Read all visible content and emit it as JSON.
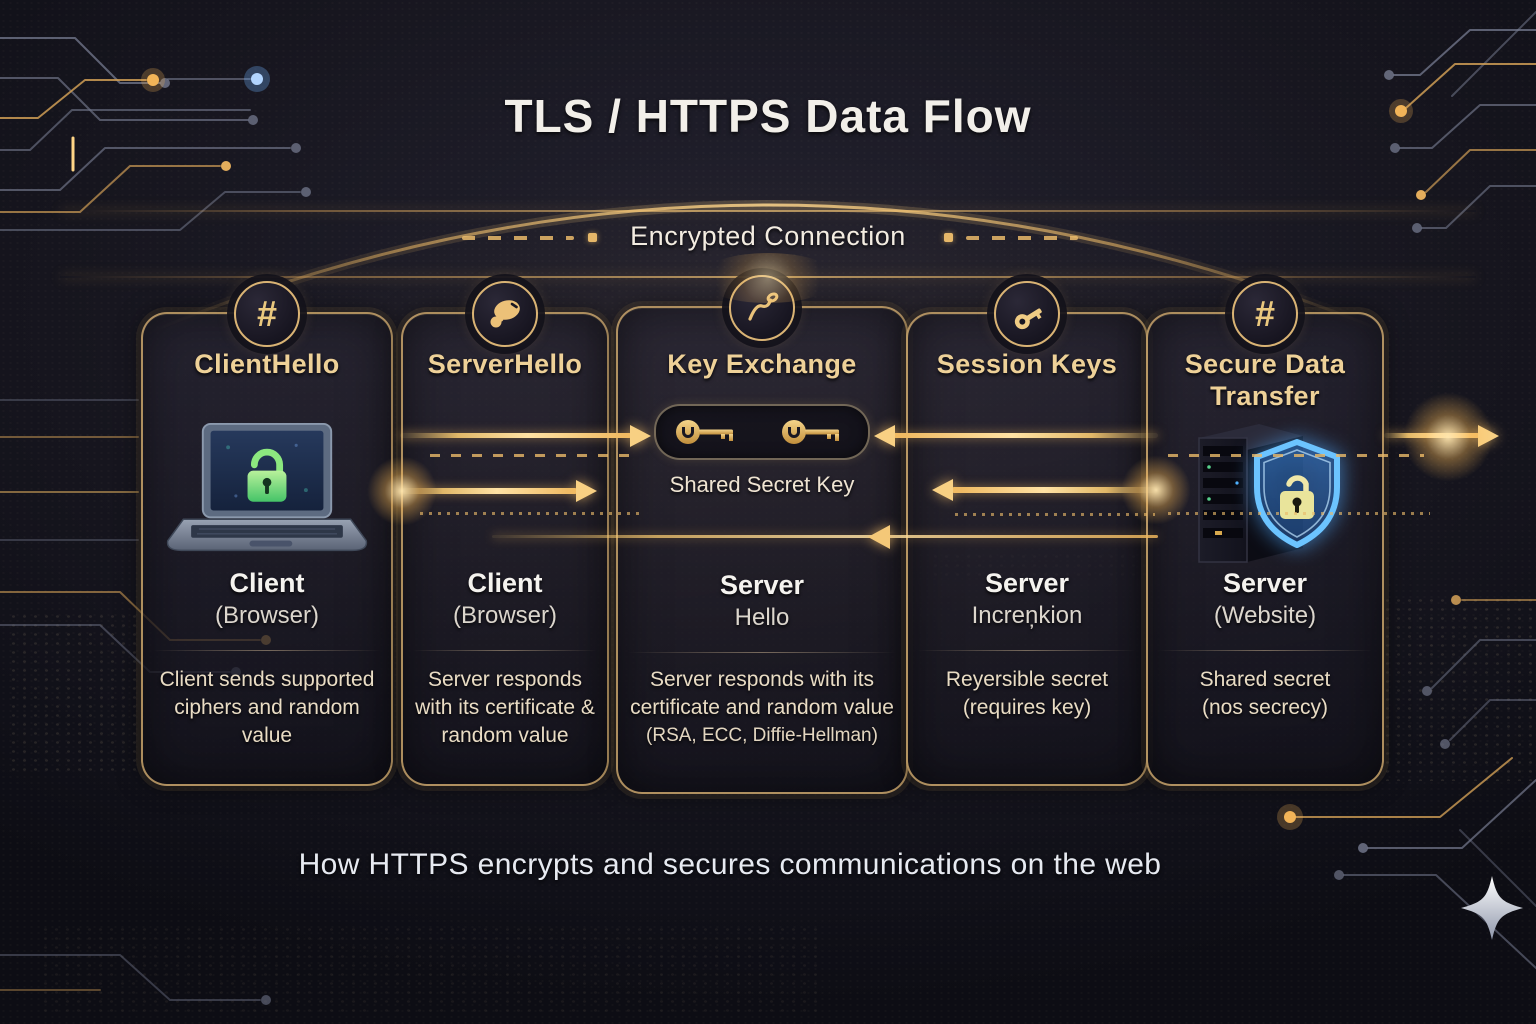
{
  "title": "TLS / HTTPS Data Flow",
  "connection_label": "Encrypted Connection",
  "caption": "How HTTPS encrypts and secures communications on the web",
  "colors": {
    "background": "#17161f",
    "gold_accent": "#e8bf76",
    "gold_title_text": "#eed198",
    "cream_text": "#e9dcc4",
    "white_text": "#f5f3ef",
    "card_border": "#d0aa6d",
    "shield_blue": "#55b4ff",
    "lock_green": "#86e27d",
    "lock_yellow": "#ece9a0"
  },
  "cards": [
    {
      "icon": "hash-icon",
      "title": "ClientHello",
      "figure": "laptop-lock-illustration",
      "subject": "Client",
      "subject_detail": "(Browser)",
      "description": "Client sends supported ciphers and random value"
    },
    {
      "icon": "blob-key-icon",
      "title": "ServerHello",
      "subject": "Client",
      "subject_detail": "(Browser)",
      "description": "Server responds with its certificate & random value"
    },
    {
      "icon": "outline-key-icon",
      "title": "Key Exchange",
      "figure": "two-keys-pill",
      "figure_label": "Shared Secret Key",
      "subject": "Server",
      "subject_detail": "Hello",
      "description": "Server responds with its certificate and random value",
      "description_note": "(RSA, ECC, Diffie-Hellman)"
    },
    {
      "icon": "gold-key-icon",
      "title": "Session Keys",
      "subject": "Server",
      "subject_detail": "Incren̦kion",
      "description": "Reyersible secret",
      "description_note": "(requires key)"
    },
    {
      "icon": "hash-icon",
      "title": "Secure Data Transfer",
      "figure": "server-shield-illustration",
      "subject": "Server",
      "subject_detail": "(Website)",
      "description": "Shared secret",
      "description_note": "(nos secrecy)"
    }
  ]
}
